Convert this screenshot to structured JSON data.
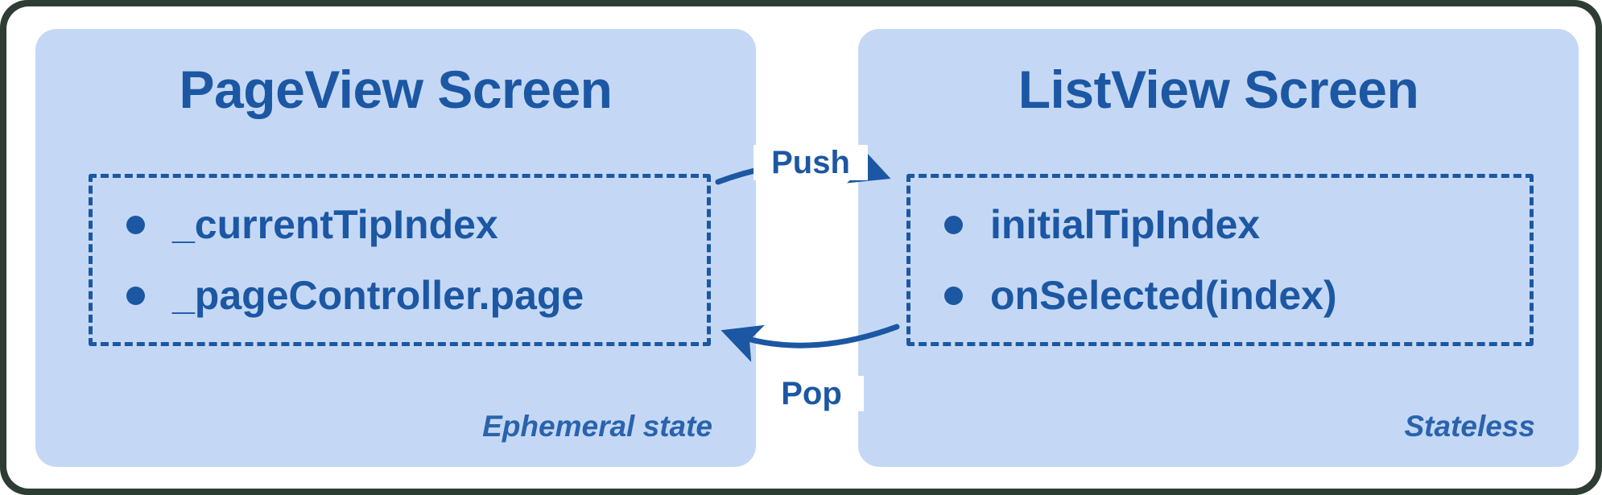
{
  "diagram": {
    "title_semantic": "PageView / ListView state flow",
    "colors": {
      "panel_background": "#c4d8f5",
      "accent_blue": "#1c57a3",
      "card_background": "#ffffff",
      "frame": "#2e3d33"
    },
    "panels": [
      {
        "id": "pageview-screen",
        "title": "PageView Screen",
        "items": [
          "_currentTipIndex",
          "_pageController.page"
        ],
        "footer": "Ephemeral state"
      },
      {
        "id": "listview-screen",
        "title": "ListView Screen",
        "items": [
          "initialTipIndex",
          "onSelected(index)"
        ],
        "footer": "Stateless"
      }
    ],
    "connectors": [
      {
        "id": "push",
        "label": "Push",
        "direction": "left-to-right"
      },
      {
        "id": "pop",
        "label": "Pop",
        "direction": "right-to-left"
      }
    ]
  },
  "chart_data": {
    "type": "diagram",
    "title": "",
    "nodes": [
      {
        "id": "pageview-screen",
        "label": "PageView Screen",
        "sublabel": "Ephemeral state",
        "fields": [
          "_currentTipIndex",
          "_pageController.page"
        ]
      },
      {
        "id": "listview-screen",
        "label": "ListView Screen",
        "sublabel": "Stateless",
        "fields": [
          "initialTipIndex",
          "onSelected(index)"
        ]
      }
    ],
    "edges": [
      {
        "from": "pageview-screen",
        "to": "listview-screen",
        "label": "Push"
      },
      {
        "from": "listview-screen",
        "to": "pageview-screen",
        "label": "Pop"
      }
    ]
  }
}
